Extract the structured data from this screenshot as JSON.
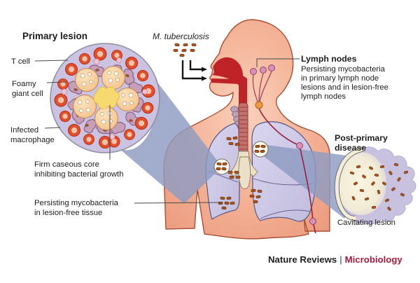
{
  "title": "Primary lesion",
  "pathogen": "M. tuberculosis",
  "granuloma_labels": {
    "t_cell": "T cell",
    "foamy_line1": "Foamy",
    "foamy_line2": "giant cell",
    "macrophage_line1": "Infected",
    "macrophage_line2": "macrophage",
    "caseous_line1": "Firm caseous core",
    "caseous_line2": "inhibiting bacterial growth"
  },
  "lung_label": {
    "line1": "Persisting mycobacteria",
    "line2": "in lesion-free tissue"
  },
  "lymph_label": {
    "heading": "Lymph nodes",
    "line1": "Persisting mycobacteria",
    "line2": "in primary lymph node",
    "line3": "lesions and in lesion-free",
    "line4": "lymph nodes"
  },
  "post_primary": {
    "heading_line1": "Post-primary",
    "heading_line2": "disease",
    "caption": "Cavitating lesion"
  },
  "footer": {
    "brand": "Nature Reviews",
    "separator": "|",
    "journal": "Microbiology",
    "journal_color": "#9e1b3c"
  },
  "colors": {
    "skin": "#f4b094",
    "body_outline": "#a84f33",
    "lung": "#cbc7e3",
    "beam_blue": "#8e9bc2",
    "bacteria_rust": "#a8551f",
    "lymph_node_pink": "#d892b8",
    "caseous_yellow": "#f7da6f",
    "t_cell_red": "#e14f2d"
  },
  "icons": {
    "bacterium": "rust-dash",
    "t_cell": "red-ring-cell",
    "lymph_node": "pink-node-pin",
    "magnifier_beam": "blue-zoom-cone"
  }
}
